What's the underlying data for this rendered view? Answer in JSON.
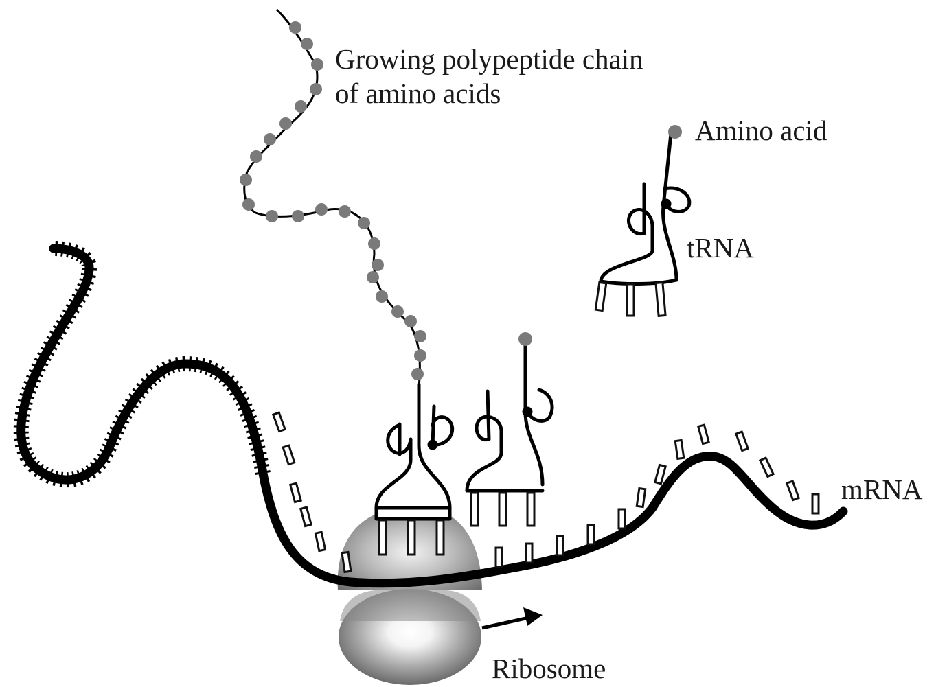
{
  "labels": {
    "polypeptide_line1": "Growing polypeptide chain",
    "polypeptide_line2": "of amino acids",
    "amino_acid": "Amino acid",
    "trna": "tRNA",
    "mrna": "mRNA",
    "ribosome": "Ribosome"
  },
  "colors": {
    "strand": "#000000",
    "bead": "#7a7a7a",
    "ribosome_dark": "#6e6e6e",
    "ribosome_light": "#ffffff",
    "text": "#1a1a1a"
  }
}
